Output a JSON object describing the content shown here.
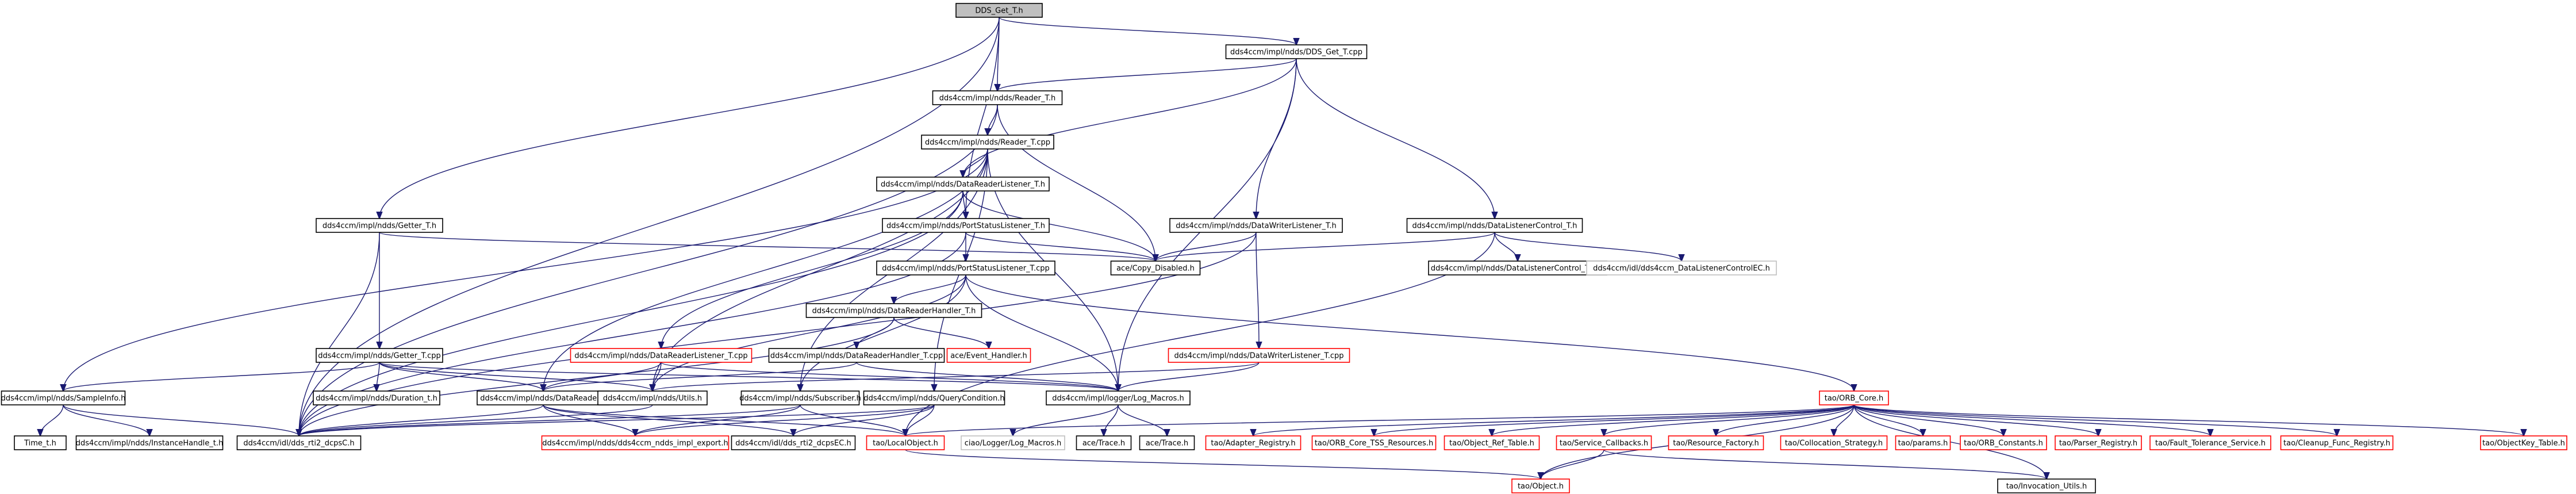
{
  "colors": {
    "normal_border": "#000000",
    "incomplete_border": "#bfbfbf",
    "undocumented_border": "#ff0000",
    "root_fill": "#bfbfbf",
    "node_fill": "#ffffff",
    "edge": "#191970",
    "text": "#000000"
  },
  "nodes": [
    {
      "id": "dds_get_t_h",
      "label": "DDS_Get_T.h",
      "style": "root"
    },
    {
      "id": "dds_get_t_cpp",
      "label": "dds4ccm/impl/ndds/DDS_Get_T.cpp",
      "style": "normal"
    },
    {
      "id": "reader_t_h",
      "label": "dds4ccm/impl/ndds/Reader_T.h",
      "style": "normal"
    },
    {
      "id": "reader_t_cpp",
      "label": "dds4ccm/impl/ndds/Reader_T.cpp",
      "style": "normal"
    },
    {
      "id": "drl_t_h",
      "label": "dds4ccm/impl/ndds/DataReaderListener_T.h",
      "style": "normal"
    },
    {
      "id": "getter_t_h",
      "label": "dds4ccm/impl/ndds/Getter_T.h",
      "style": "normal"
    },
    {
      "id": "psl_t_h",
      "label": "dds4ccm/impl/ndds/PortStatusListener_T.h",
      "style": "normal"
    },
    {
      "id": "dwl_t_h",
      "label": "dds4ccm/impl/ndds/DataWriterListener_T.h",
      "style": "normal"
    },
    {
      "id": "dlc_t_h",
      "label": "dds4ccm/impl/ndds/DataListenerControl_T.h",
      "style": "normal"
    },
    {
      "id": "psl_t_cpp",
      "label": "dds4ccm/impl/ndds/PortStatusListener_T.cpp",
      "style": "normal"
    },
    {
      "id": "copy_disabled",
      "label": "ace/Copy_Disabled.h",
      "style": "normal"
    },
    {
      "id": "dlc_t_cpp",
      "label": "dds4ccm/impl/ndds/DataListenerControl_T.cpp",
      "style": "normal"
    },
    {
      "id": "dlc_ec_h",
      "label": "dds4ccm/idl/dds4ccm_DataListenerControlEC.h",
      "style": "incomplete"
    },
    {
      "id": "drh_t_h",
      "label": "dds4ccm/impl/ndds/DataReaderHandler_T.h",
      "style": "normal"
    },
    {
      "id": "getter_t_cpp",
      "label": "dds4ccm/impl/ndds/Getter_T.cpp",
      "style": "normal"
    },
    {
      "id": "drl_t_cpp",
      "label": "dds4ccm/impl/ndds/DataReaderListener_T.cpp",
      "style": "undocumented"
    },
    {
      "id": "drh_t_cpp",
      "label": "dds4ccm/impl/ndds/DataReaderHandler_T.cpp",
      "style": "normal"
    },
    {
      "id": "event_handler",
      "label": "ace/Event_Handler.h",
      "style": "undocumented"
    },
    {
      "id": "dwl_t_cpp",
      "label": "dds4ccm/impl/ndds/DataWriterListener_T.cpp",
      "style": "undocumented"
    },
    {
      "id": "sampleinfo_h",
      "label": "dds4ccm/impl/ndds/SampleInfo.h",
      "style": "normal"
    },
    {
      "id": "duration_t_h",
      "label": "dds4ccm/impl/ndds/Duration_t.h",
      "style": "normal"
    },
    {
      "id": "datareader_h",
      "label": "dds4ccm/impl/ndds/DataReader.h",
      "style": "normal"
    },
    {
      "id": "utils_h",
      "label": "dds4ccm/impl/ndds/Utils.h",
      "style": "normal"
    },
    {
      "id": "subscriber_h",
      "label": "dds4ccm/impl/ndds/Subscriber.h",
      "style": "normal"
    },
    {
      "id": "querycondition_h",
      "label": "dds4ccm/impl/ndds/QueryCondition.h",
      "style": "normal"
    },
    {
      "id": "log_macros",
      "label": "dds4ccm/impl/logger/Log_Macros.h",
      "style": "normal"
    },
    {
      "id": "orb_core",
      "label": "tao/ORB_Core.h",
      "style": "undocumented"
    },
    {
      "id": "time_t_h",
      "label": "Time_t.h",
      "style": "normal"
    },
    {
      "id": "instancehandle_t_h",
      "label": "dds4ccm/impl/ndds/InstanceHandle_t.h",
      "style": "normal"
    },
    {
      "id": "dds_rti2_dcps_c",
      "label": "dds4ccm/idl/dds_rti2_dcpsC.h",
      "style": "normal"
    },
    {
      "id": "dds4ccm_ndds_impl_export",
      "label": "dds4ccm/impl/ndds/dds4ccm_ndds_impl_export.h",
      "style": "undocumented"
    },
    {
      "id": "dds_rti2_dcps_ec",
      "label": "dds4ccm/idl/dds_rti2_dcpsEC.h",
      "style": "normal"
    },
    {
      "id": "localobject",
      "label": "tao/LocalObject.h",
      "style": "undocumented"
    },
    {
      "id": "ciao_log_macros",
      "label": "ciao/Logger/Log_Macros.h",
      "style": "incomplete"
    },
    {
      "id": "ace_trace",
      "label": "ace/Trace.h",
      "style": "normal"
    },
    {
      "id": "ace_trace_h",
      "label": "ace/Trace.h",
      "style": "normal"
    },
    {
      "id": "adapter_registry",
      "label": "tao/Adapter_Registry.h",
      "style": "undocumented"
    },
    {
      "id": "orb_core_tss",
      "label": "tao/ORB_Core_TSS_Resources.h",
      "style": "undocumented"
    },
    {
      "id": "object_ref_table",
      "label": "tao/Object_Ref_Table.h",
      "style": "undocumented"
    },
    {
      "id": "service_callbacks",
      "label": "tao/Service_Callbacks.h",
      "style": "undocumented"
    },
    {
      "id": "resource_factory",
      "label": "tao/Resource_Factory.h",
      "style": "undocumented"
    },
    {
      "id": "collocation_strategy",
      "label": "tao/Collocation_Strategy.h",
      "style": "undocumented"
    },
    {
      "id": "params",
      "label": "tao/params.h",
      "style": "undocumented"
    },
    {
      "id": "orb_constants",
      "label": "tao/ORB_Constants.h",
      "style": "undocumented"
    },
    {
      "id": "parser_registry",
      "label": "tao/Parser_Registry.h",
      "style": "undocumented"
    },
    {
      "id": "ft_service",
      "label": "tao/Fault_Tolerance_Service.h",
      "style": "undocumented"
    },
    {
      "id": "cleanup_func",
      "label": "tao/Cleanup_Func_Registry.h",
      "style": "undocumented"
    },
    {
      "id": "objectkey_table",
      "label": "tao/ObjectKey_Table.h",
      "style": "undocumented"
    },
    {
      "id": "tao_object",
      "label": "tao/Object.h",
      "style": "undocumented"
    },
    {
      "id": "invocation_utils",
      "label": "tao/Invocation_Utils.h",
      "style": "normal"
    }
  ],
  "edges": [
    [
      "dds_get_t_h",
      "dds_get_t_cpp"
    ],
    [
      "dds_get_t_h",
      "reader_t_h"
    ],
    [
      "dds_get_t_h",
      "getter_t_h"
    ],
    [
      "dds_get_t_h",
      "psl_t_h"
    ],
    [
      "dds_get_t_h",
      "dds_rti2_dcps_c"
    ],
    [
      "dds_get_t_cpp",
      "reader_t_h"
    ],
    [
      "dds_get_t_cpp",
      "drl_t_h"
    ],
    [
      "dds_get_t_cpp",
      "dwl_t_h"
    ],
    [
      "dds_get_t_cpp",
      "dlc_t_h"
    ],
    [
      "dds_get_t_cpp",
      "log_macros"
    ],
    [
      "reader_t_h",
      "reader_t_cpp"
    ],
    [
      "reader_t_h",
      "copy_disabled"
    ],
    [
      "reader_t_h",
      "dds_rti2_dcps_c"
    ],
    [
      "reader_t_cpp",
      "drl_t_h"
    ],
    [
      "reader_t_cpp",
      "sampleinfo_h"
    ],
    [
      "reader_t_cpp",
      "datareader_h"
    ],
    [
      "reader_t_cpp",
      "utils_h"
    ],
    [
      "reader_t_cpp",
      "querycondition_h"
    ],
    [
      "reader_t_cpp",
      "log_macros"
    ],
    [
      "reader_t_cpp",
      "subscriber_h"
    ],
    [
      "drl_t_h",
      "psl_t_h"
    ],
    [
      "drl_t_h",
      "drl_t_cpp"
    ],
    [
      "drl_t_h",
      "copy_disabled"
    ],
    [
      "drl_t_h",
      "dds_rti2_dcps_c"
    ],
    [
      "getter_t_h",
      "getter_t_cpp"
    ],
    [
      "getter_t_h",
      "copy_disabled"
    ],
    [
      "getter_t_h",
      "dds_rti2_dcps_c"
    ],
    [
      "psl_t_h",
      "psl_t_cpp"
    ],
    [
      "psl_t_h",
      "copy_disabled"
    ],
    [
      "psl_t_h",
      "dds_rti2_dcps_c"
    ],
    [
      "dwl_t_h",
      "dwl_t_cpp"
    ],
    [
      "dwl_t_h",
      "copy_disabled"
    ],
    [
      "dwl_t_h",
      "dds_rti2_dcps_c"
    ],
    [
      "dlc_t_h",
      "dlc_t_cpp"
    ],
    [
      "dlc_t_h",
      "dlc_ec_h"
    ],
    [
      "dlc_t_h",
      "copy_disabled"
    ],
    [
      "dlc_t_h",
      "localobject"
    ],
    [
      "psl_t_cpp",
      "drh_t_h"
    ],
    [
      "psl_t_cpp",
      "utils_h"
    ],
    [
      "psl_t_cpp",
      "log_macros"
    ],
    [
      "psl_t_cpp",
      "orb_core"
    ],
    [
      "psl_t_cpp",
      "subscriber_h"
    ],
    [
      "drh_t_h",
      "drh_t_cpp"
    ],
    [
      "drh_t_h",
      "event_handler"
    ],
    [
      "drh_t_h",
      "dds_rti2_dcps_c"
    ],
    [
      "getter_t_cpp",
      "sampleinfo_h"
    ],
    [
      "getter_t_cpp",
      "duration_t_h"
    ],
    [
      "getter_t_cpp",
      "datareader_h"
    ],
    [
      "getter_t_cpp",
      "utils_h"
    ],
    [
      "getter_t_cpp",
      "log_macros"
    ],
    [
      "drl_t_cpp",
      "utils_h"
    ],
    [
      "drl_t_cpp",
      "datareader_h"
    ],
    [
      "drl_t_cpp",
      "log_macros"
    ],
    [
      "drh_t_cpp",
      "datareader_h"
    ],
    [
      "drh_t_cpp",
      "log_macros"
    ],
    [
      "dwl_t_cpp",
      "utils_h"
    ],
    [
      "dwl_t_cpp",
      "log_macros"
    ],
    [
      "sampleinfo_h",
      "time_t_h"
    ],
    [
      "sampleinfo_h",
      "instancehandle_t_h"
    ],
    [
      "sampleinfo_h",
      "dds_rti2_dcps_c"
    ],
    [
      "datareader_h",
      "dds4ccm_ndds_impl_export"
    ],
    [
      "datareader_h",
      "dds_rti2_dcps_c"
    ],
    [
      "datareader_h",
      "dds_rti2_dcps_ec"
    ],
    [
      "datareader_h",
      "localobject"
    ],
    [
      "utils_h",
      "dds_rti2_dcps_c"
    ],
    [
      "subscriber_h",
      "dds4ccm_ndds_impl_export"
    ],
    [
      "subscriber_h",
      "dds_rti2_dcps_c"
    ],
    [
      "subscriber_h",
      "localobject"
    ],
    [
      "querycondition_h",
      "dds4ccm_ndds_impl_export"
    ],
    [
      "querycondition_h",
      "dds_rti2_dcps_c"
    ],
    [
      "querycondition_h",
      "dds_rti2_dcps_ec"
    ],
    [
      "querycondition_h",
      "localobject"
    ],
    [
      "log_macros",
      "ciao_log_macros"
    ],
    [
      "log_macros",
      "ace_trace"
    ],
    [
      "log_macros",
      "ace_trace_h"
    ],
    [
      "orb_core",
      "adapter_registry"
    ],
    [
      "orb_core",
      "orb_core_tss"
    ],
    [
      "orb_core",
      "object_ref_table"
    ],
    [
      "orb_core",
      "service_callbacks"
    ],
    [
      "orb_core",
      "resource_factory"
    ],
    [
      "orb_core",
      "collocation_strategy"
    ],
    [
      "orb_core",
      "params"
    ],
    [
      "orb_core",
      "orb_constants"
    ],
    [
      "orb_core",
      "parser_registry"
    ],
    [
      "orb_core",
      "ft_service"
    ],
    [
      "orb_core",
      "cleanup_func"
    ],
    [
      "orb_core",
      "objectkey_table"
    ],
    [
      "orb_core",
      "tao_object"
    ],
    [
      "orb_core",
      "invocation_utils"
    ],
    [
      "orb_core",
      "localobject"
    ],
    [
      "service_callbacks",
      "tao_object"
    ],
    [
      "service_callbacks",
      "invocation_utils"
    ],
    [
      "localobject",
      "tao_object"
    ]
  ]
}
